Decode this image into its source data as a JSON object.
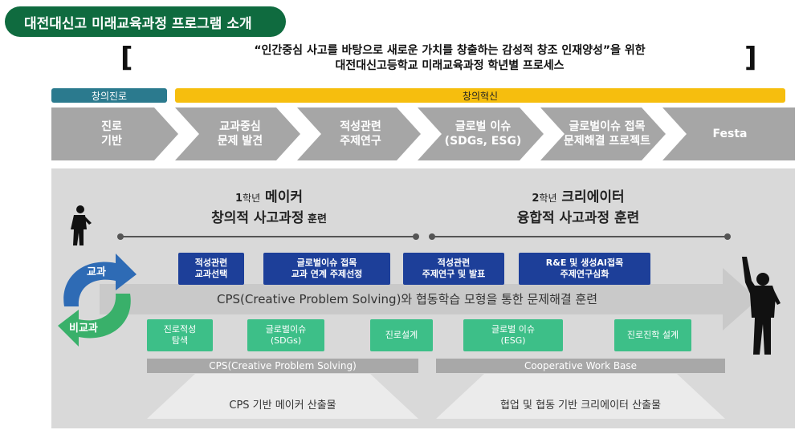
{
  "page": {
    "title": "대전대신고 미래교육과정 프로그램 소개",
    "bracket_left": "[",
    "bracket_right": "]",
    "subtitle_line1": "“인간중심 사고를 바탕으로 새로운 가치를 창출하는 감성적 창조 인재양성”을 위한",
    "subtitle_line2": "대전대신고등학교 미래교육과정 학년별 프로세스"
  },
  "phases": {
    "left": "창의진로",
    "right": "창의혁신"
  },
  "steps": [
    {
      "label": "진로\n기반"
    },
    {
      "label": "교과중심\n문제 발견"
    },
    {
      "label": "적성관련\n주제연구"
    },
    {
      "label": "글로벌 이슈\n(SDGs, ESG)"
    },
    {
      "label": "글로벌이슈 접목\n문제해결 프로젝트"
    },
    {
      "label": "Festa"
    }
  ],
  "year1": {
    "num": "1",
    "unit": "학년",
    "role": " 메이커",
    "line2_main": "창의적 사고과정",
    "line2_suffix": " 훈련"
  },
  "year2": {
    "num": "2",
    "unit": "학년",
    "role": " 크리에이터",
    "line2_main": "융합적 사고과정 훈련"
  },
  "blue_boxes": [
    {
      "label": "적성관련\n교과선택"
    },
    {
      "label": "글로벌이슈 접목\n교과 연계 주제선정"
    },
    {
      "label": "적성관련\n주제연구 및 발표"
    },
    {
      "label": "R&E 및 생성AI접목\n주제연구심화"
    }
  ],
  "arrow_text": "CPS(Creative Problem Solving)와 협동학습 모형을 통한 문제해결 훈련",
  "green_boxes": [
    {
      "label": "진로적성\n탐색"
    },
    {
      "label": "글로벌이슈\n(SDGs)"
    },
    {
      "label": "진로설계"
    },
    {
      "label": "글로벌 이슈\n(ESG)"
    },
    {
      "label": "진로진학 설계"
    }
  ],
  "cycle": {
    "top": "교과",
    "bottom": "비교과"
  },
  "bases": {
    "left_bar": "CPS(Creative Problem Solving)",
    "right_bar": "Cooperative Work Base",
    "left_result": "CPS 기반 메이커 산출물",
    "right_result": "협업 및 협동 기반 크리에이터 산출물"
  },
  "colors": {
    "title_green": "#0f6b3f",
    "phase_teal": "#2b7a8e",
    "phase_gold": "#f6be0e",
    "step_gray": "#a6a6a6",
    "blue_box": "#1d3f99",
    "green_box": "#3dbf88",
    "cycle_blue": "#2e6bb5",
    "cycle_green": "#39b06a"
  }
}
